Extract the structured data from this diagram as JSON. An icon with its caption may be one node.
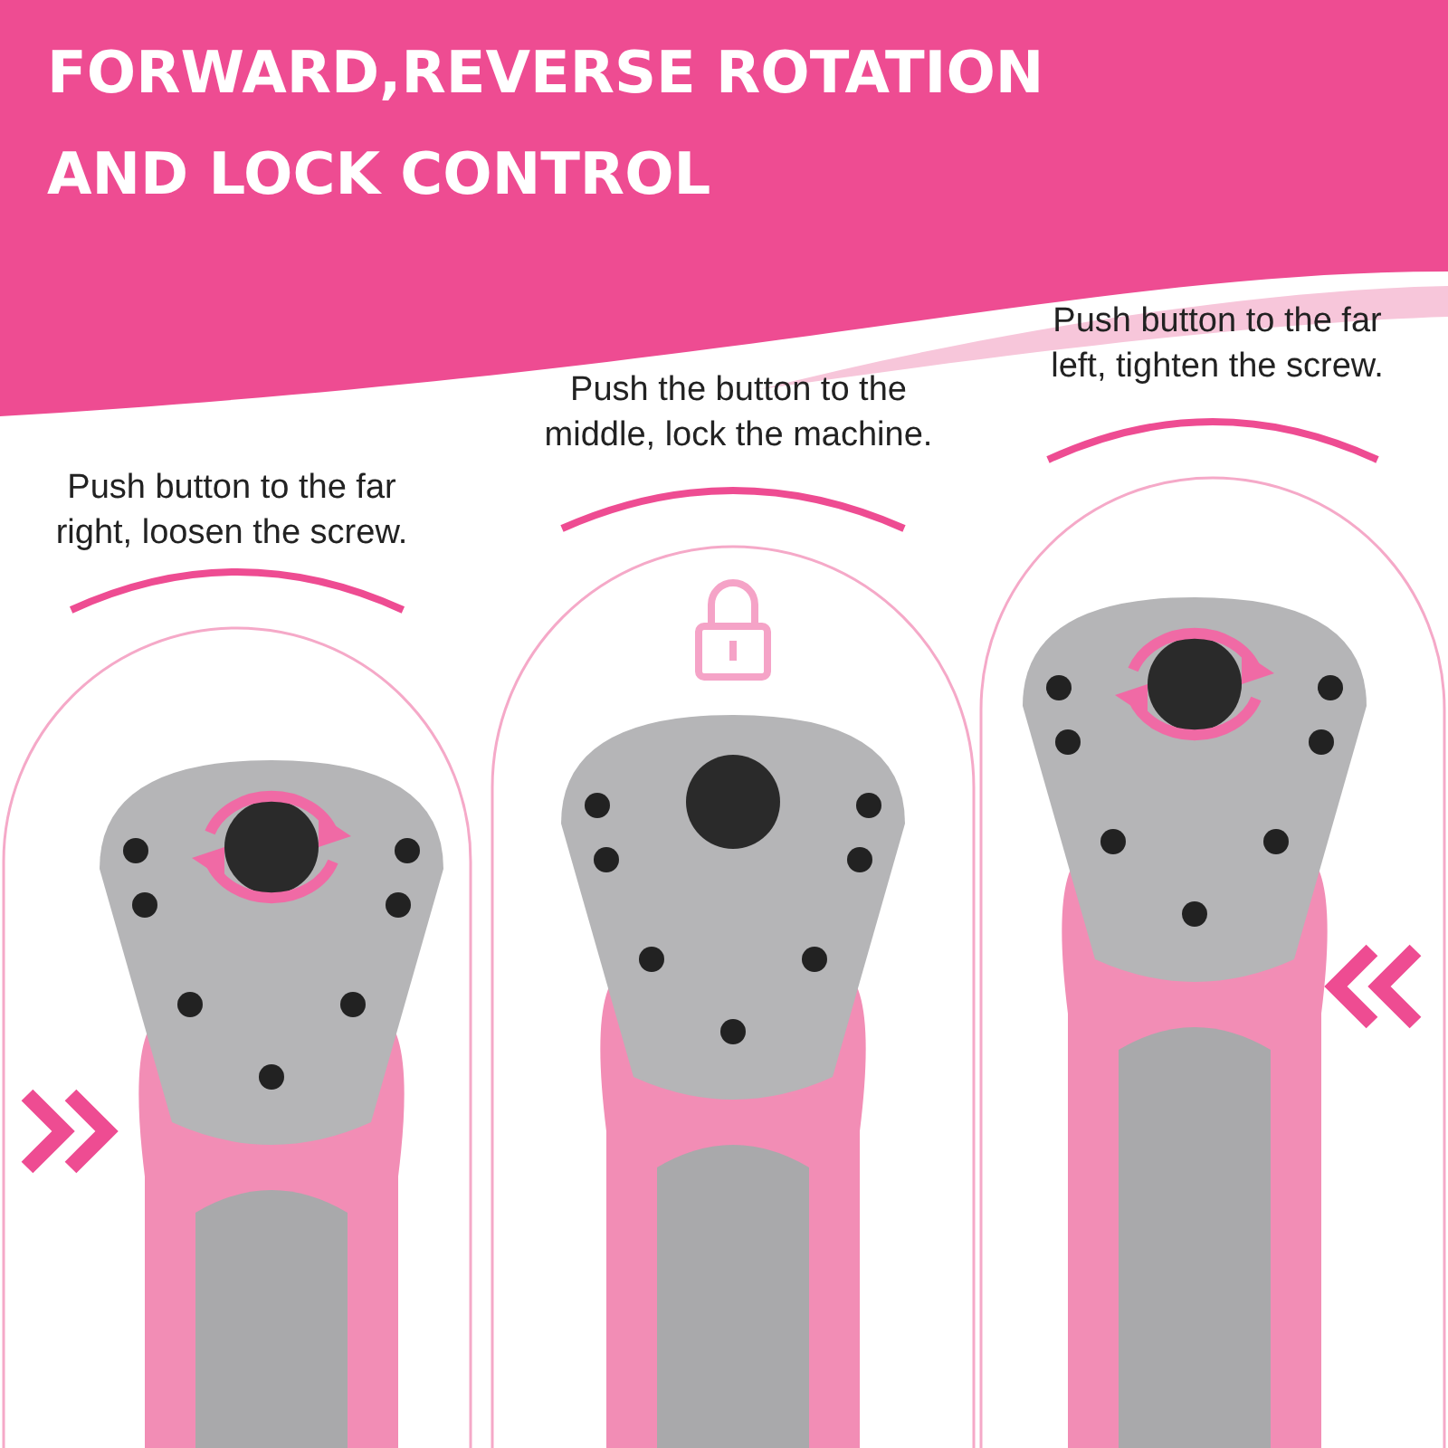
{
  "diagram": {
    "title": "FORWARD,REVERSE ROTATION AND LOCK CONTROL",
    "labels": [
      "Push button to the far right, loosen the screw.",
      "Push the button to the middle, lock the machine.",
      "Push button to the far left, tighten the screw."
    ]
  }
}
